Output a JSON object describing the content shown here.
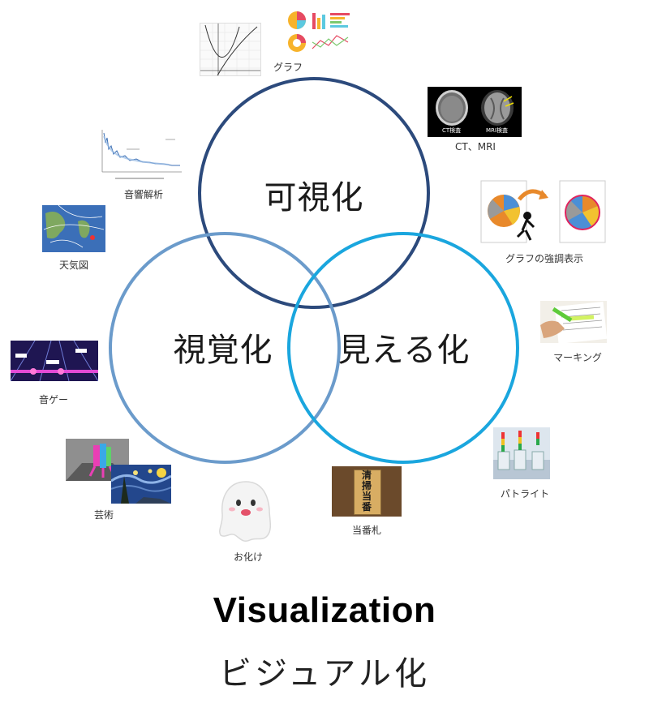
{
  "venn": {
    "top_label": "可視化",
    "left_label": "視覚化",
    "right_label": "見える化",
    "colors": {
      "top": "#2c4a7c",
      "left": "#6b9bcb",
      "right": "#1aa6de"
    }
  },
  "examples": {
    "graph": "グラフ",
    "ct_mri": "CT、MRI",
    "ct_tag": "CT検査",
    "mri_tag": "MRI検査",
    "sound_analysis": "音響解析",
    "graph_highlight": "グラフの強調表示",
    "weather_map": "天気図",
    "marking": "マーキング",
    "rhythm_game": "音ゲー",
    "patlite": "パトライト",
    "art": "芸術",
    "ghost": "お化け",
    "duty_board": "当番札",
    "duty_board_text": "清掃当番"
  },
  "title": {
    "en": "Visualization",
    "ja": "ビジュアル化"
  }
}
